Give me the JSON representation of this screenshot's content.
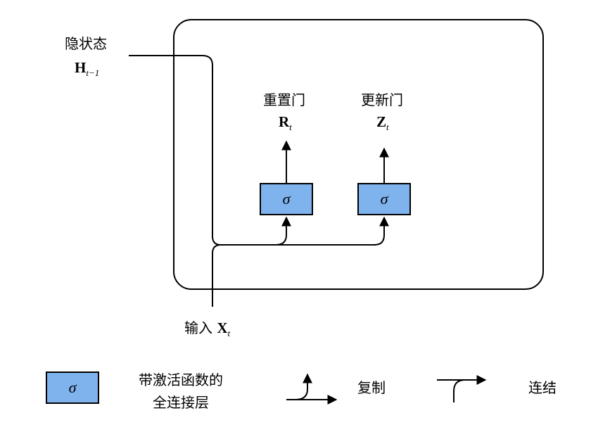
{
  "hidden_state": {
    "label": "隐状态",
    "symbol": "H",
    "subscript": "t−1"
  },
  "reset_gate": {
    "label": "重置门",
    "symbol": "R",
    "subscript": "t"
  },
  "update_gate": {
    "label": "更新门",
    "symbol": "Z",
    "subscript": "t"
  },
  "input": {
    "label": "输入",
    "symbol": "X",
    "subscript": "t"
  },
  "sigma": "σ",
  "legend": {
    "fc_layer_line1": "带激活函数的",
    "fc_layer_line2": "全连接层",
    "copy": "复制",
    "concat": "连结"
  }
}
